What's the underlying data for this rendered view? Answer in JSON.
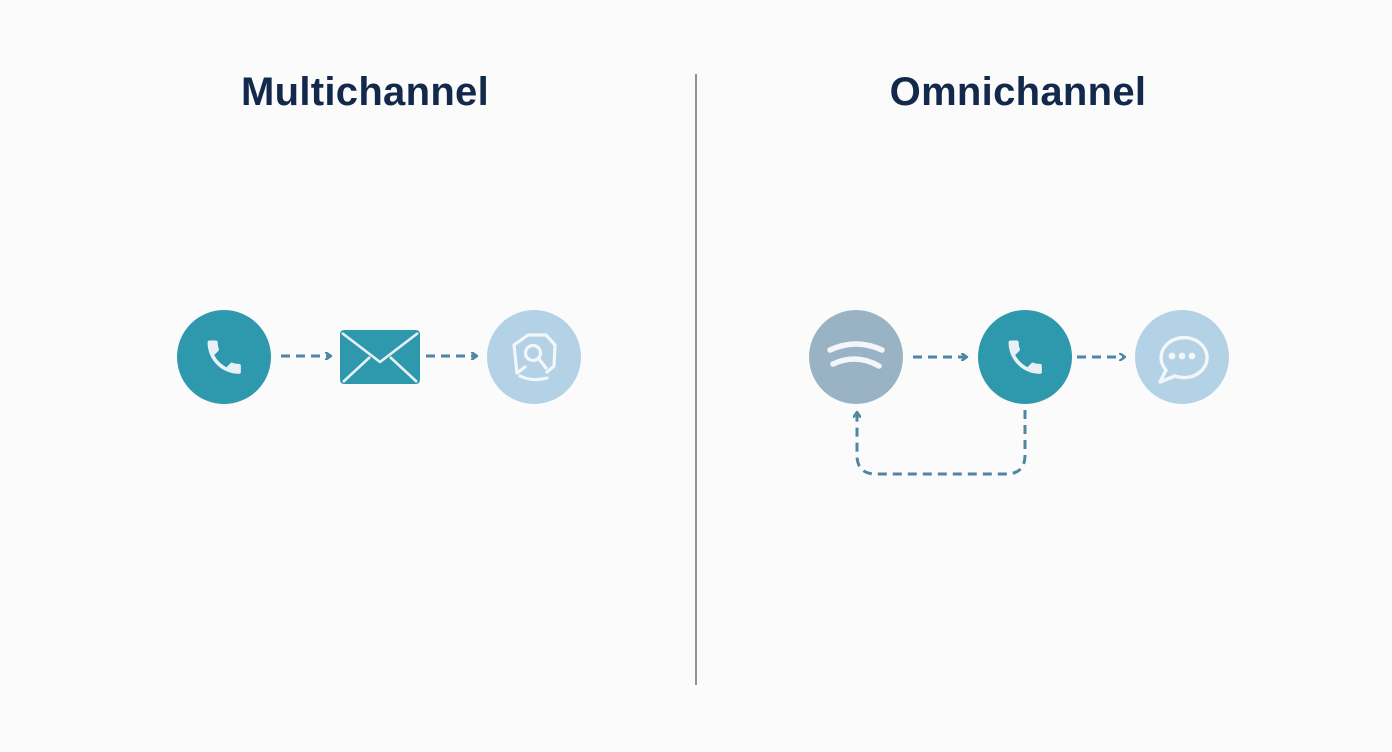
{
  "left_panel": {
    "title": "Multichannel",
    "nodes": [
      {
        "icon": "phone-icon",
        "color": "#2e98ad"
      },
      {
        "icon": "email-envelope-icon",
        "color": "#2e98ad"
      },
      {
        "icon": "social-at-chat-icon",
        "color": "#b3d2e6"
      }
    ],
    "connectors": [
      "dashed-arrow",
      "dashed-arrow"
    ]
  },
  "right_panel": {
    "title": "Omnichannel",
    "nodes": [
      {
        "icon": "signal-waves-icon",
        "color": "#9ab3c4"
      },
      {
        "icon": "phone-icon",
        "color": "#2e98ad"
      },
      {
        "icon": "chat-bubble-icon",
        "color": "#b3d2e6"
      }
    ],
    "connectors": [
      "dashed-arrow",
      "dashed-arrow",
      "dashed-return-arrow"
    ]
  },
  "colors": {
    "background": "#fbfbfb",
    "title": "#13294b",
    "divider": "#8f949a",
    "arrow": "#4e86a3",
    "teal": "#2e98ad",
    "light_blue": "#b3d2e6",
    "gray_blue": "#9ab3c4",
    "icon_fill": "#e9f0f5"
  }
}
